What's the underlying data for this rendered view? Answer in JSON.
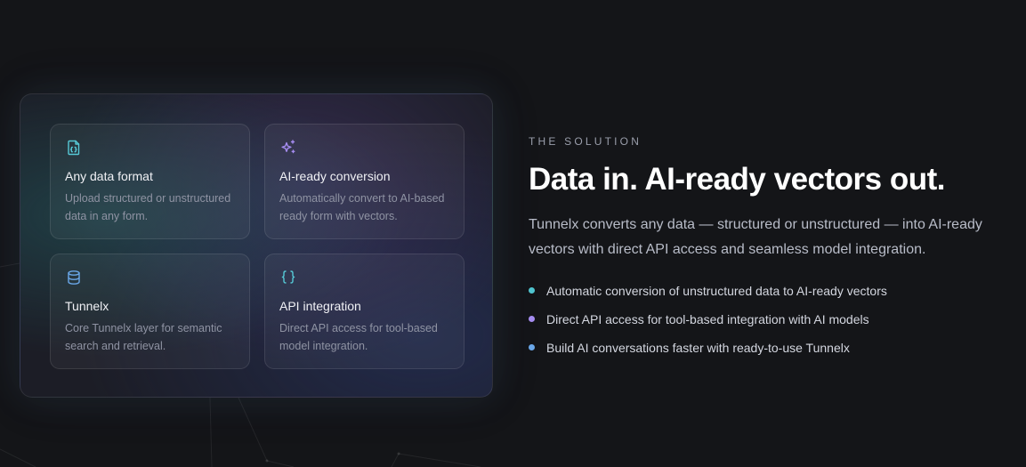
{
  "colors": {
    "teal": "#4fc4cf",
    "violet": "#a58cf0",
    "blue": "#6aa7e8",
    "cyan_icon": "#56c9d6"
  },
  "panel": {
    "cards": [
      {
        "icon": "file-code-icon",
        "title": "Any data format",
        "desc": "Upload structured or unstructured data in any form."
      },
      {
        "icon": "sparkles-icon",
        "title": "AI-ready conversion",
        "desc": "Automatically convert to AI-based ready form with vectors."
      },
      {
        "icon": "database-icon",
        "title": "Tunnelx",
        "desc": "Core Tunnelx layer for semantic search and retrieval."
      },
      {
        "icon": "braces-icon",
        "title": "API integration",
        "desc": "Direct API access for tool-based model integration."
      }
    ]
  },
  "solution": {
    "eyebrow": "THE SOLUTION",
    "headline": "Data in. AI-ready vectors out.",
    "lead": "Tunnelx converts any data — structured or unstructured — into AI-ready vectors with direct API access and seamless model integration.",
    "bullets": [
      {
        "text": "Automatic conversion of unstructured data to AI-ready vectors",
        "color": "#4fc4cf"
      },
      {
        "text": "Direct API access for tool-based integration with AI models",
        "color": "#a58cf0"
      },
      {
        "text": "Build AI conversations faster with ready-to-use Tunnelx",
        "color": "#6aa7e8"
      }
    ]
  }
}
